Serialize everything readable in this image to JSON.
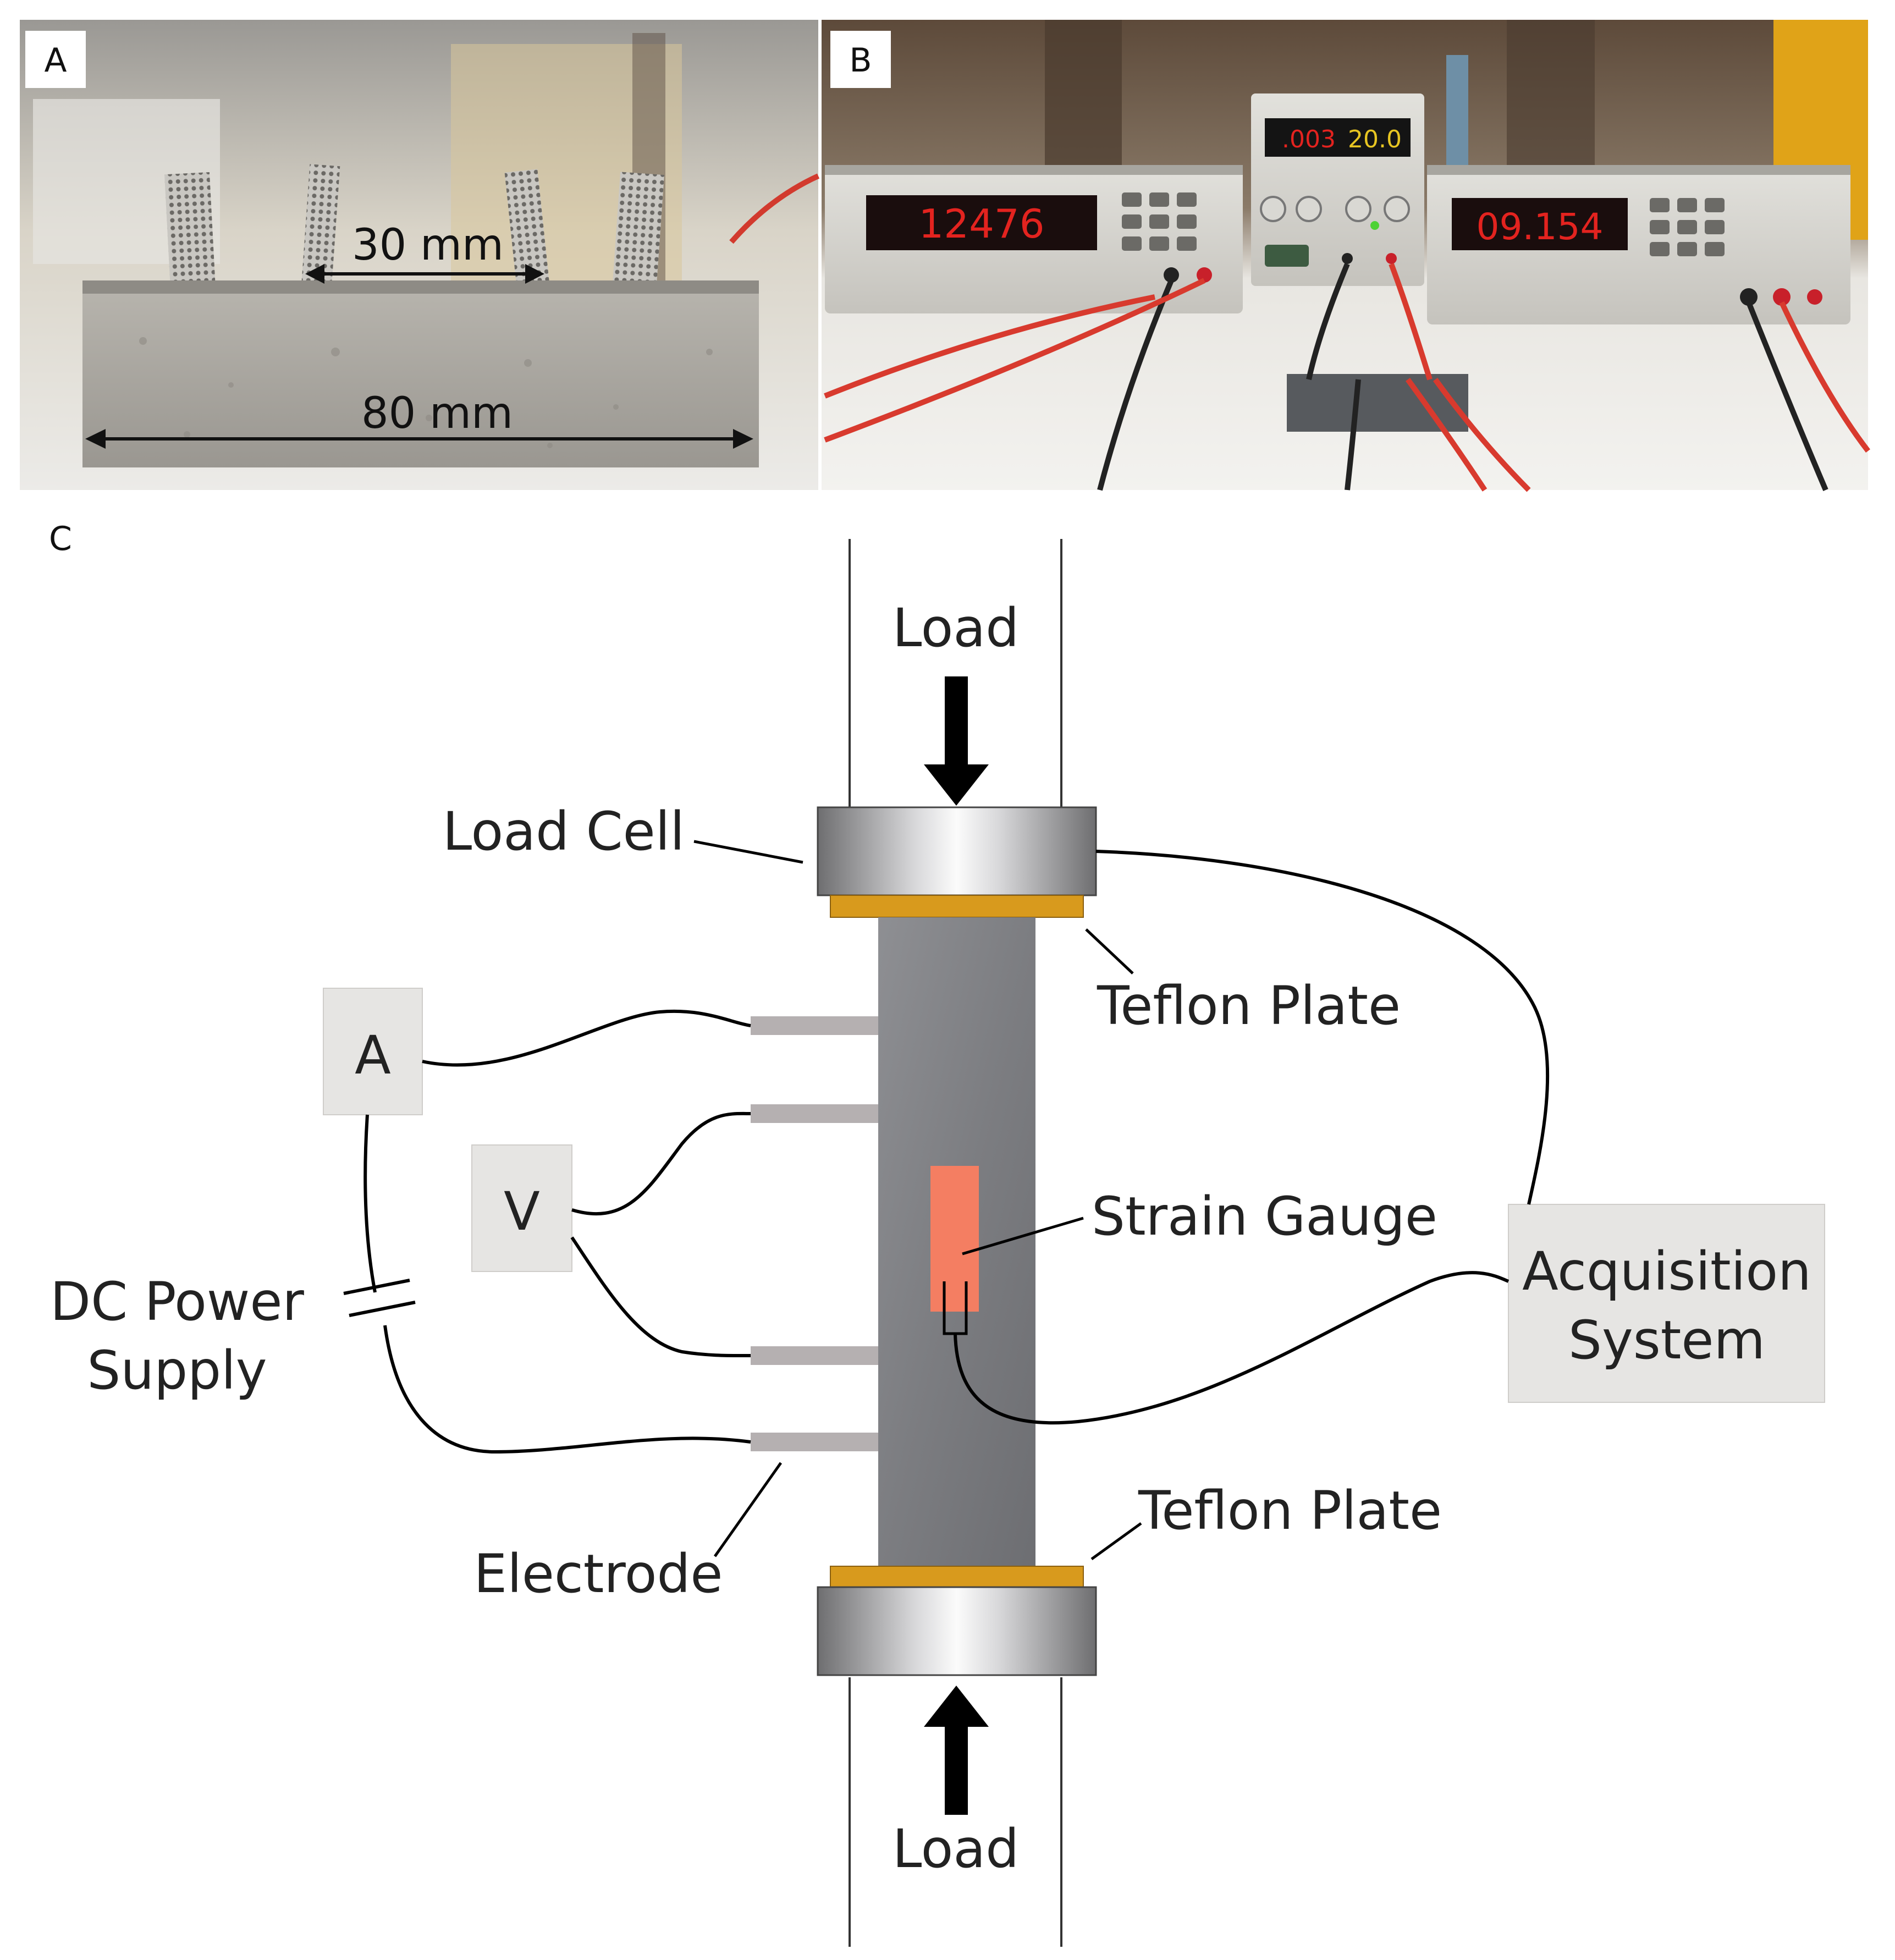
{
  "panels": {
    "a": {
      "letter": "A",
      "dim_inner": "30 mm",
      "dim_outer": "80 mm"
    },
    "b": {
      "letter": "B",
      "meter_left": "12476",
      "supply_left": ".003",
      "supply_right": "20.0",
      "meter_right": "09.154"
    },
    "c": {
      "letter": "C"
    }
  },
  "diagram": {
    "load_top": "Load",
    "load_bottom": "Load",
    "load_cell": "Load Cell",
    "teflon_top": "Teflon Plate",
    "teflon_bottom": "Teflon Plate",
    "strain_gauge": "Strain Gauge",
    "ammeter": "A",
    "voltmeter": "V",
    "dc_power_line1": "DC Power",
    "dc_power_line2": "Supply",
    "electrode": "Electrode",
    "acquisition_line1": "Acquisition",
    "acquisition_line2": "System"
  }
}
